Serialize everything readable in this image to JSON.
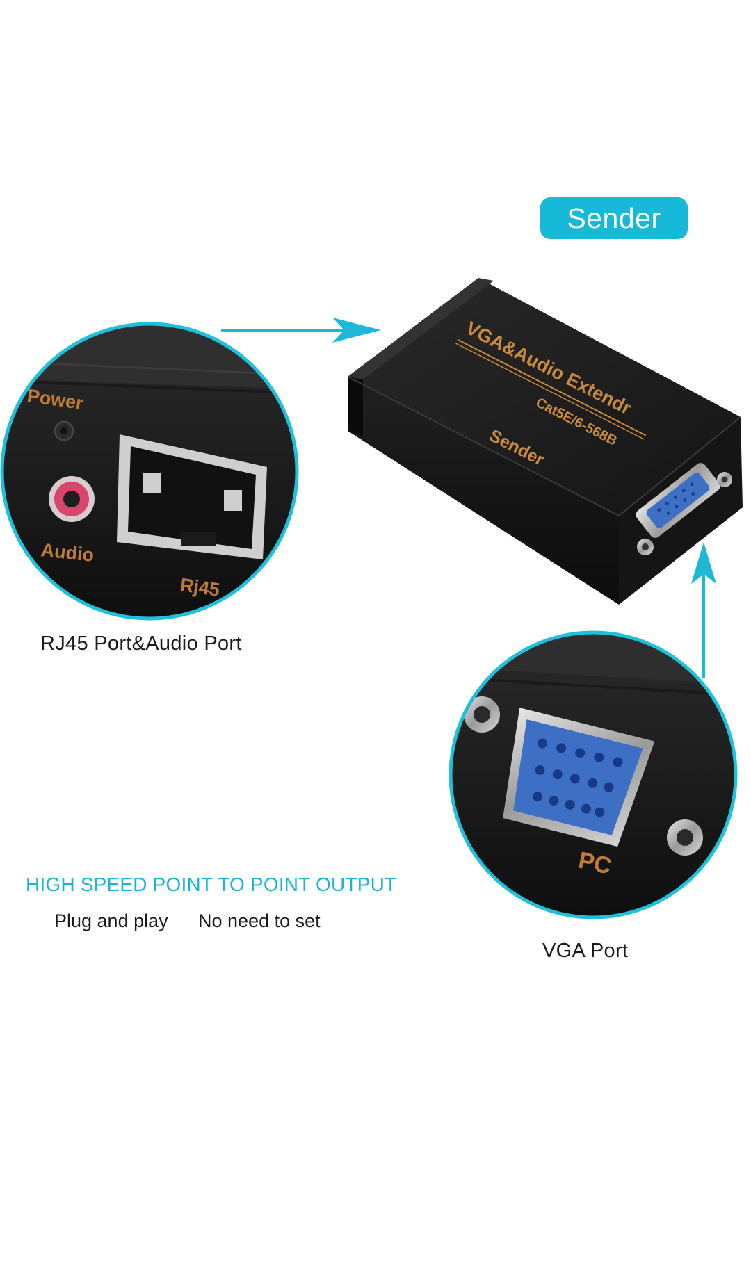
{
  "badge": {
    "text": "Sender"
  },
  "device": {
    "title": "VGA&Audio  Extendr",
    "subtitle": "Cat5E/6-568B",
    "role": "Sender"
  },
  "zoom_left": {
    "label_power": "Power",
    "label_audio": "Audio",
    "label_rj45": "Rj45",
    "caption": "RJ45 Port&Audio Port"
  },
  "zoom_right": {
    "label_pc": "PC",
    "caption": "VGA Port"
  },
  "features": {
    "headline": "HIGH SPEED POINT TO POINT OUTPUT",
    "point_1": "Plug and play",
    "point_2": "No need to set"
  },
  "colors": {
    "accent": "#17b8d8",
    "device_body": "#1c1c1c",
    "label_gold": "#c98a3a",
    "vga_blue": "#3d6fc4"
  }
}
